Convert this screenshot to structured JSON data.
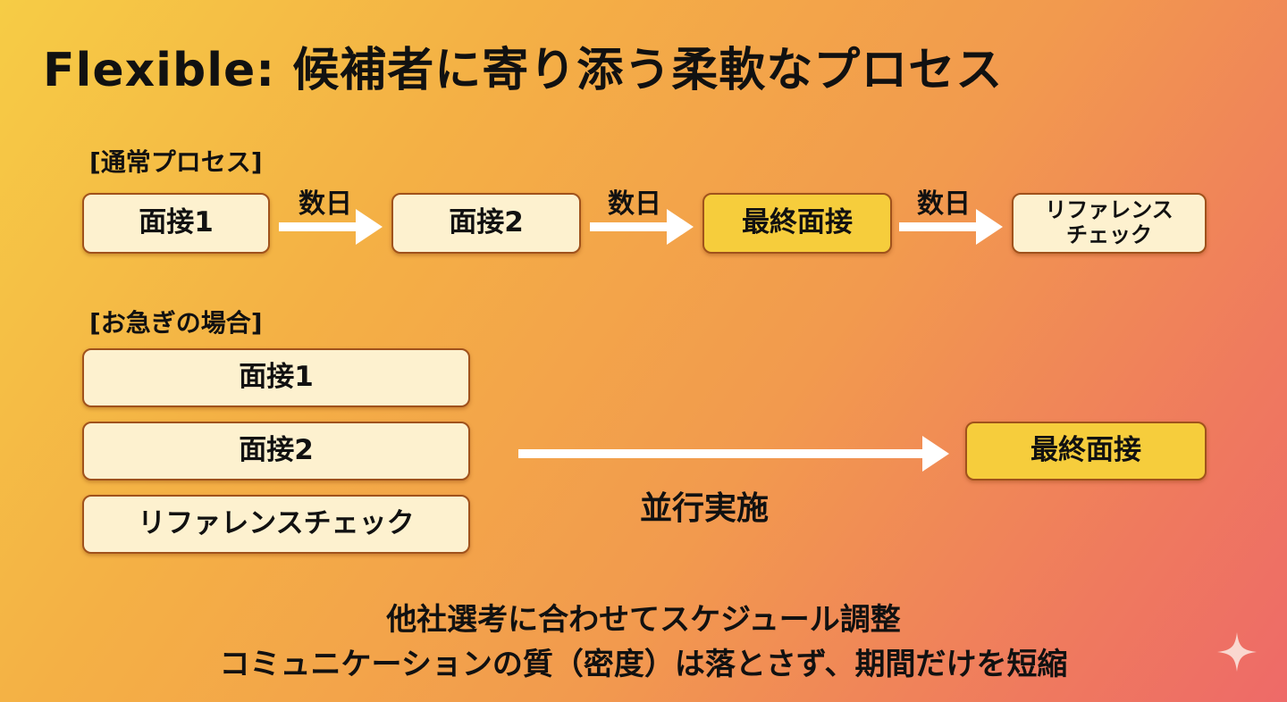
{
  "title": "Flexible: 候補者に寄り添う柔軟なプロセス",
  "normal": {
    "label": "[通常プロセス]",
    "steps": [
      "面接1",
      "面接2",
      "最終面接",
      "リファレンスチェック"
    ],
    "step4_lines": [
      "リファレンス",
      "チェック"
    ],
    "gap_label": "数日"
  },
  "urgent": {
    "label": "[お急ぎの場合]",
    "parallel": [
      "面接1",
      "面接2",
      "リファレンスチェック"
    ],
    "final": "最終面接",
    "arrow_label": "並行実施"
  },
  "footer": [
    "他社選考に合わせてスケジュール調整",
    "コミュニケーションの質（密度）は落とさず、期間だけを短縮"
  ],
  "colors": {
    "highlight": "#f6cd3c",
    "box": "#fdf1cf",
    "border": "#a0521c"
  }
}
